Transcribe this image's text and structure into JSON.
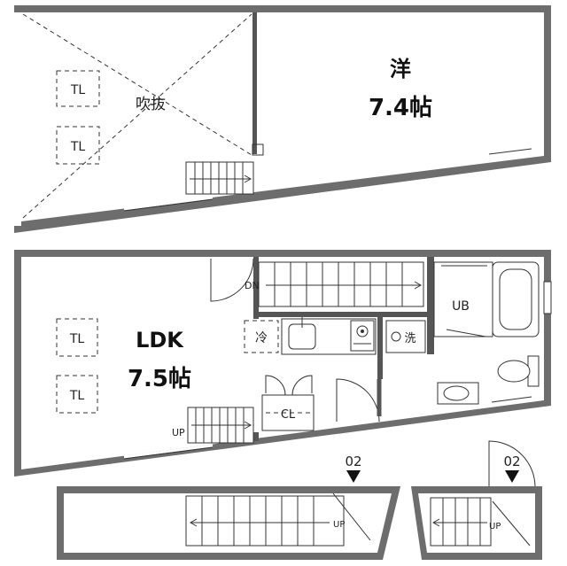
{
  "upper_floor": {
    "void_label": "吹抜",
    "room": {
      "label": "洋",
      "size": "7.4帖"
    },
    "skylights": [
      "TL",
      "TL"
    ]
  },
  "main_floor": {
    "room": {
      "label": "LDK",
      "size": "7.5帖"
    },
    "skylights": [
      "TL",
      "TL"
    ],
    "stair_down_label": "DN",
    "stair_up_label": "UP",
    "bath_label": "UB",
    "fridge_label": "冷",
    "washer_label": "洗",
    "closet_label": "CL"
  },
  "entrances": [
    {
      "marker": "02",
      "stair_label": "UP"
    },
    {
      "marker": "02",
      "stair_label": "UP"
    }
  ]
}
